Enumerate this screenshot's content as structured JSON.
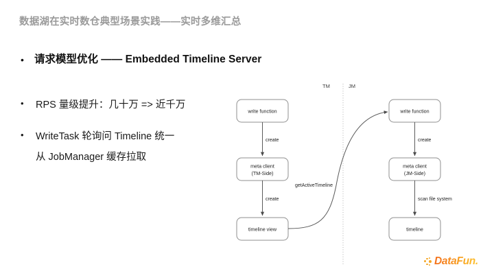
{
  "slide": {
    "title": "数据湖在实时数仓典型场景实践——实时多维汇总",
    "heading_bullet": "•",
    "heading": "请求模型优化 —— Embedded Timeline Server"
  },
  "bullets": [
    {
      "marker": "•",
      "lines": [
        "RPS 量级提升：几十万 => 近千万"
      ]
    },
    {
      "marker": "•",
      "lines": [
        "WriteTask 轮询问 Timeline 统一",
        "从 JobManager 缓存拉取"
      ]
    }
  ],
  "diagram": {
    "lanes": {
      "left": "TM",
      "right": "JM"
    },
    "left_nodes": [
      {
        "label": "write function"
      },
      {
        "label_line1": "meta client",
        "label_line2": "(TM-Side)"
      },
      {
        "label": "timeline view"
      }
    ],
    "right_nodes": [
      {
        "label": "write function"
      },
      {
        "label_line1": "meta client",
        "label_line2": "(JM-Side)"
      },
      {
        "label": "timeline"
      }
    ],
    "left_edges": [
      "create",
      "create"
    ],
    "right_edges": [
      "create",
      "scan file system"
    ],
    "cross_edge": "getActiveTimeline"
  },
  "logo": {
    "text": "DataFun.",
    "burst_icon": "sun-burst-icon",
    "color_start": "#f4701f",
    "color_end": "#fdc531"
  }
}
